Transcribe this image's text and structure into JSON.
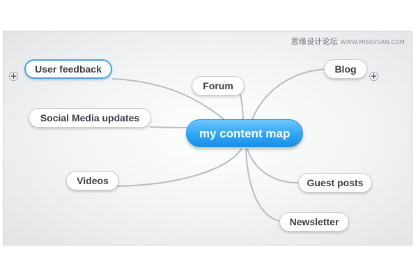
{
  "watermark": {
    "text": "思缘设计论坛",
    "url": "WWW.MISSVUAN.COM"
  },
  "central_topic": {
    "label": "my content map",
    "color": "#2fa6f3"
  },
  "topics": [
    {
      "id": "user-feedback",
      "label": "User feedback",
      "selected": true,
      "collapsed": true
    },
    {
      "id": "forum",
      "label": "Forum"
    },
    {
      "id": "social-media-updates",
      "label": "Social Media updates"
    },
    {
      "id": "videos",
      "label": "Videos"
    },
    {
      "id": "blog",
      "label": "Blog",
      "collapsed": true
    },
    {
      "id": "guest-posts",
      "label": "Guest posts"
    },
    {
      "id": "newsletter",
      "label": "Newsletter"
    }
  ],
  "expand_icon": {
    "symbol": "+",
    "icon": "plus-icon"
  }
}
